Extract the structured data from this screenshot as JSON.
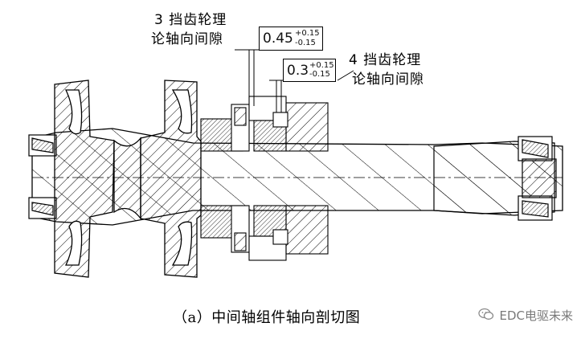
{
  "labels": {
    "gear3_line1": "3 挡齿轮理",
    "gear3_line2": "论轴向间隙",
    "gear4_line1": "4 挡齿轮理",
    "gear4_line2": "论轴向间隙"
  },
  "tolerances": {
    "gear3": {
      "value": "0.45",
      "upper": "+0.15",
      "lower": "-0.15"
    },
    "gear4": {
      "value": "0.3",
      "upper": "+0.15",
      "lower": "-0.15"
    }
  },
  "caption": "（a）中间轴组件轴向剖切图",
  "watermark": {
    "icon": "wechat-icon",
    "text": "EDC电驱未来"
  }
}
